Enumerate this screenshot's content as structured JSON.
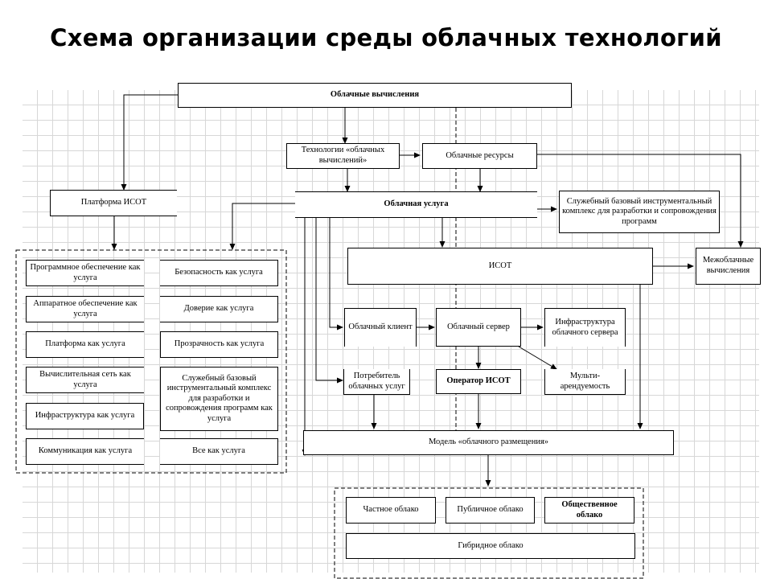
{
  "title": "Схема организации среды облачных технологий",
  "boxes": {
    "cloud_computing": "Облачные вычисления",
    "cloud_tech": "Технологии «облачных вычислений»",
    "cloud_resources": "Облачные ресурсы",
    "platform_isot": "Платформа ИСОТ",
    "cloud_service": "Облачная услуга",
    "service_toolkit_top": "Служебный базовый инструментальный комплекс для разработки и сопровождения программ",
    "isot": "ИСОТ",
    "intercloud": "Межоблачные вычисления",
    "cloud_client": "Облачный клиент",
    "cloud_server": "Облачный сервер",
    "server_infra": "Инфраструктура облачного сервера",
    "consumer": "Потребитель облачных услуг",
    "operator": "Оператор ИСОТ",
    "multitenancy": "Мульти-арендуемость",
    "deployment_model": "Модель «облачного размещения»",
    "private_cloud": "Частное облако",
    "public_cloud": "Публичное облако",
    "community_cloud": "Общественное облако",
    "hybrid_cloud": "Гибридное облако"
  },
  "services_left": [
    "Программное обеспечение как услуга",
    "Аппаратное обеспечение как услуга",
    "Платформа как услуга",
    "Вычислительная сеть как услуга",
    "Инфраструктура как услуга",
    "Коммуникация как услуга"
  ],
  "services_right": [
    "Безопасность как услуга",
    "Доверие как услуга",
    "Прозрачность как услуга",
    "Служебный базовый инструментальный комплекс для разработки и сопровождения программ как услуга",
    "Все как услуга"
  ]
}
